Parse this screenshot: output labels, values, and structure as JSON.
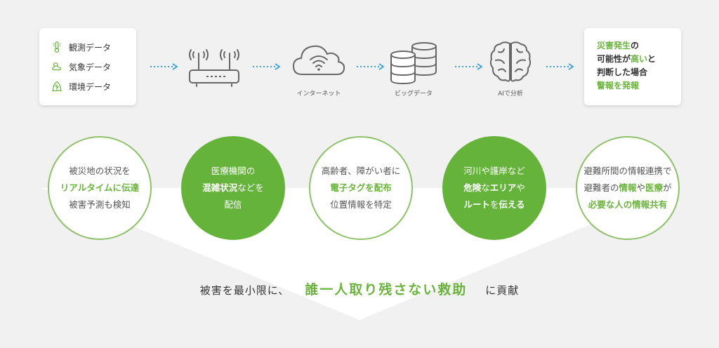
{
  "sources": {
    "items": [
      {
        "label": "観測データ",
        "icon": "thermometer-icon"
      },
      {
        "label": "気象データ",
        "icon": "cloud-sun-icon"
      },
      {
        "label": "環境データ",
        "icon": "leaf-icon"
      }
    ]
  },
  "flow": {
    "router_icon": "wifi-router-icon",
    "internet": {
      "label": "インターネット",
      "icon": "cloud-wifi-icon"
    },
    "bigdata": {
      "label": "ビッグデータ",
      "icon": "database-icon"
    },
    "ai": {
      "label": "AIで分析",
      "icon": "brain-icon"
    }
  },
  "result": {
    "line1_a": "災害発生",
    "line1_b": "の",
    "line2_a": "可能性が",
    "line2_b": "高い",
    "line2_c": "と",
    "line3": "判断した場合",
    "line4": "警報を発報"
  },
  "circles": [
    {
      "style": "outline",
      "lines": [
        {
          "text": "被災地の状況を",
          "strong": false
        },
        {
          "text": "リアルタイムに伝達",
          "strong": true
        },
        {
          "text": "被害予測も検知",
          "strong": false
        }
      ]
    },
    {
      "style": "filled",
      "lines": [
        {
          "text": "医療機関の",
          "strong": false
        },
        {
          "parts": [
            {
              "text": "混雑状況",
              "strong": true
            },
            {
              "text": "などを",
              "strong": false
            }
          ]
        },
        {
          "text": "配信",
          "strong": false
        }
      ]
    },
    {
      "style": "outline",
      "lines": [
        {
          "text": "高齢者、障がい者に",
          "strong": false
        },
        {
          "text": "電子タグを配布",
          "strong": true
        },
        {
          "text": "位置情報を特定",
          "strong": false
        }
      ]
    },
    {
      "style": "filled",
      "lines": [
        {
          "text": "河川や護岸など",
          "strong": false
        },
        {
          "parts": [
            {
              "text": "危険",
              "strong": true
            },
            {
              "text": "な",
              "strong": false
            },
            {
              "text": "エリア",
              "strong": true
            },
            {
              "text": "や",
              "strong": false
            }
          ]
        },
        {
          "parts": [
            {
              "text": "ルート",
              "strong": true
            },
            {
              "text": "を",
              "strong": false
            },
            {
              "text": "伝える",
              "strong": true
            }
          ]
        }
      ]
    },
    {
      "style": "outline",
      "lines": [
        {
          "text": "避難所間の情報連携で",
          "strong": false
        },
        {
          "parts": [
            {
              "text": "避難者の",
              "strong": false
            },
            {
              "text": "情報",
              "strong": true
            },
            {
              "text": "や",
              "strong": false
            },
            {
              "text": "医療",
              "strong": true
            },
            {
              "text": "が",
              "strong": false
            }
          ]
        },
        {
          "text": "必要な人の情報共有",
          "strong": true
        }
      ]
    }
  ],
  "tagline": {
    "prefix": "被害を最小限に、",
    "highlight": "誰一人取り残さない救助",
    "suffix": "に貢献"
  },
  "colors": {
    "accent": "#6cb33e",
    "accent_fill": "#66b33c",
    "arrow": "#3aa0d8",
    "icon_gray": "#666666"
  }
}
